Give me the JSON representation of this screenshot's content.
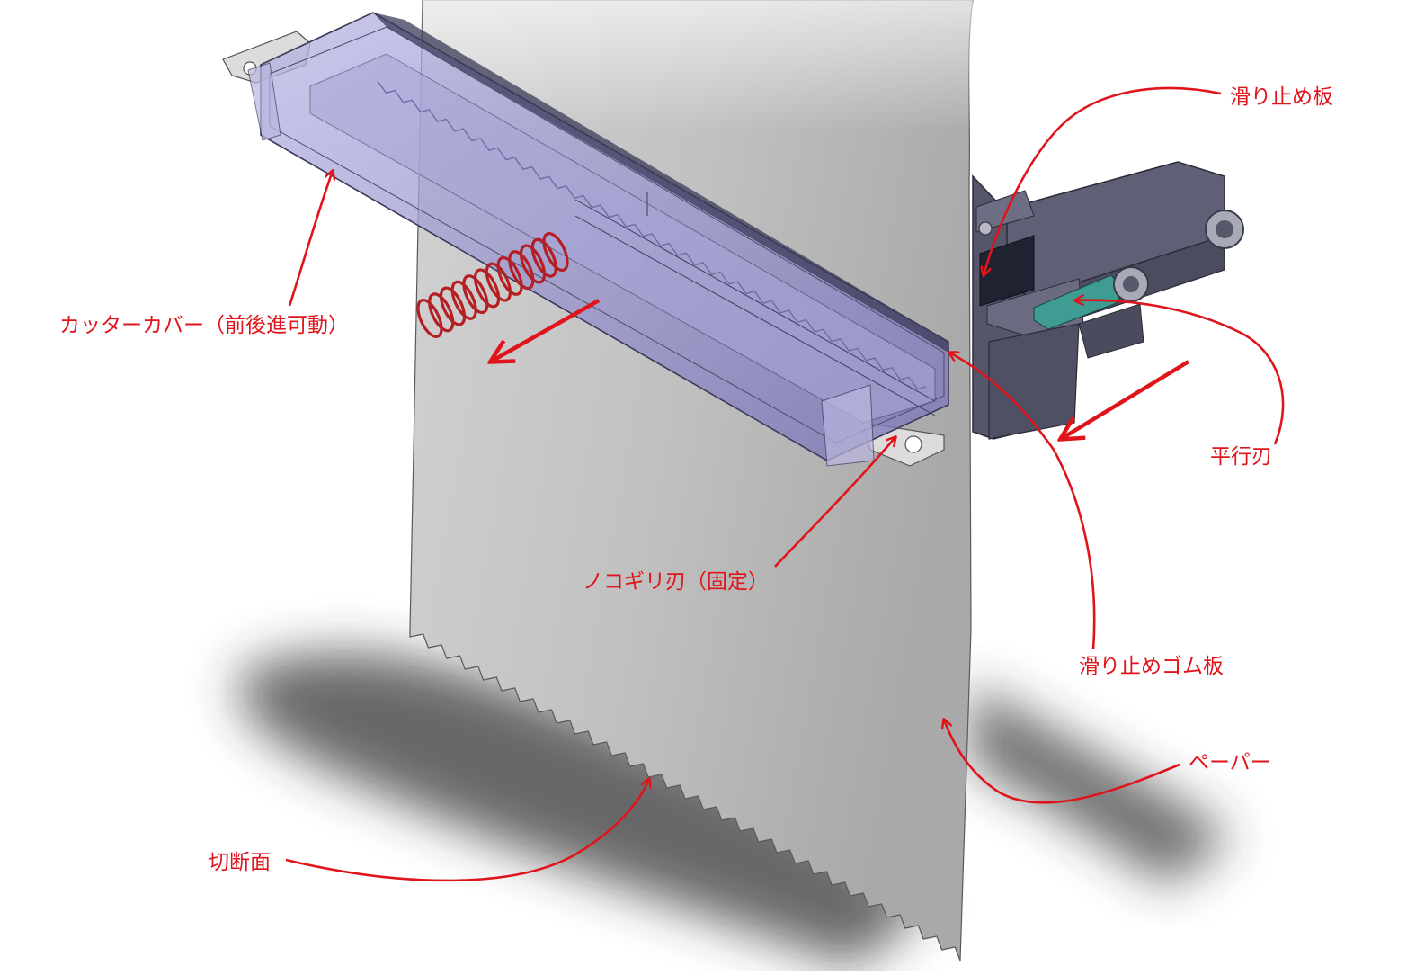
{
  "labels": {
    "cutter_cover": "カッターカバー（前後進可動）",
    "saw_blade": "ノコギリ刃（固定）",
    "cut_surface": "切断面",
    "anti_slip_plate": "滑り止め板",
    "parallel_blade": "平行刃",
    "anti_slip_rubber_plate": "滑り止めゴム板",
    "paper": "ペーパー"
  },
  "colors": {
    "annotation": "#e0141b",
    "paper": "#c4c4c4",
    "shadow": "#2a2a2a",
    "cover": "#8c88c4",
    "cover_edge": "#3a3a58",
    "spring": "#b51e22",
    "mount_body": "#5b5c70",
    "parallel_blade_color": "#3f9c92"
  },
  "icons": {
    "spring": "coil-spring-icon",
    "screw": "hex-socket-screw-icon"
  }
}
